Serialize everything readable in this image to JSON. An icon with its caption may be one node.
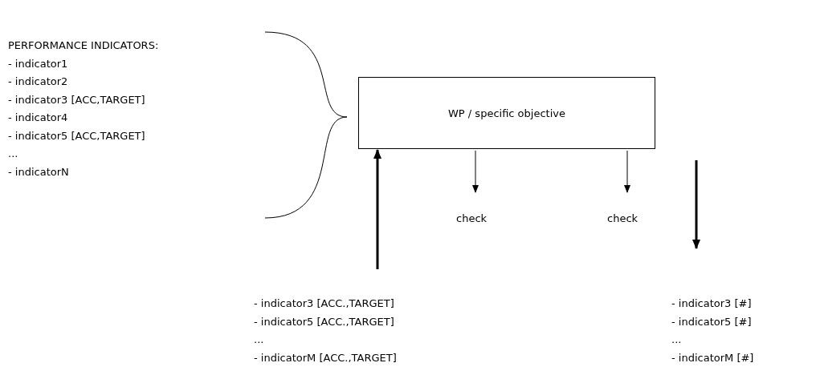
{
  "diagram": {
    "nodes": [
      {
        "text": [
          "WP / specific objective"
        ]
      },
      {
        "text": [
          "check"
        ]
      },
      {
        "text": [
          "check"
        ]
      },
      {
        "text": [
          "- indicator3 [ACC.,TARGET]",
          "- indicator5 [ACC.,TARGET]",
          "...",
          "- indicatorM [ACC.,TARGET]"
        ]
      },
      {
        "text": [
          "- indicator3 [#]",
          "- indicator5 [#]",
          "...",
          "- indicatorM [#]"
        ]
      }
    ],
    "edges": [
      {
        "from": 3,
        "to": 0,
        "arrow": "to",
        "style": "thick"
      },
      {
        "from": 0,
        "to": 1,
        "arrow": "to"
      },
      {
        "from": 0,
        "to": 2,
        "arrow": "to"
      },
      {
        "from": 0,
        "to": 4,
        "arrow": "to",
        "style": "thick"
      }
    ],
    "labels": [
      "PERFORMANCE INDICATORS:",
      "- indicator1",
      "- indicator2",
      "- indicator3 [ACC,TARGET]",
      "- indicator4",
      "- indicator5 [ACC,TARGET]",
      "...",
      "- indicatorN"
    ]
  }
}
